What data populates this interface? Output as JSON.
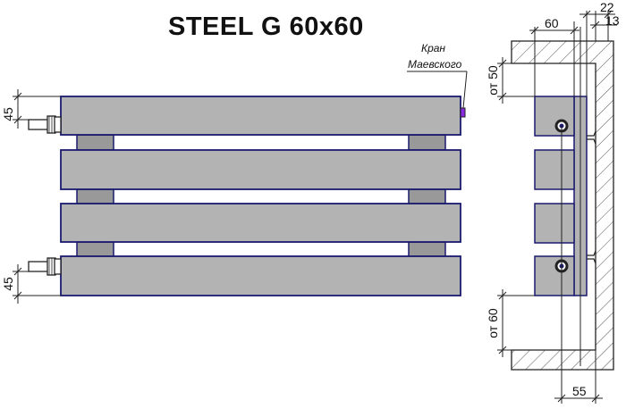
{
  "title": "STEEL G 60x60",
  "valve_label": {
    "line1": "Кран",
    "line2": "Маевского"
  },
  "dimensions": {
    "pipe_top_height": "45",
    "pipe_bottom_height": "45",
    "depth_60": "60",
    "offset_22": "22",
    "offset_13": "13",
    "from_50": "от 50",
    "from_60": "от 60",
    "wall_55": "55"
  },
  "colors": {
    "panel_fill": "#b3b3b3",
    "spacer_fill": "#999999",
    "outline": "#1a1a6e",
    "wall_hatch": "#555555"
  },
  "panels_count": 4
}
